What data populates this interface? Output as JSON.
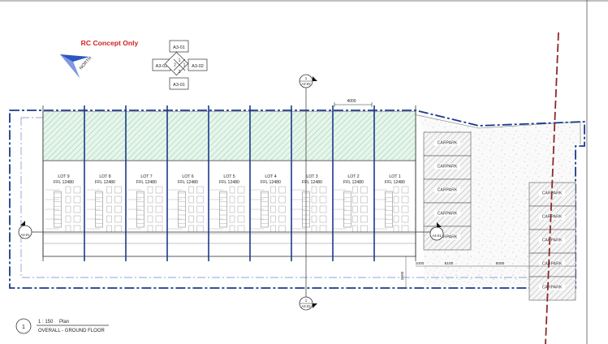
{
  "header": {
    "concept_label": "RC Concept Only",
    "north_label": "NORTH"
  },
  "key_plan": {
    "top": "A3-01",
    "left": "A3-02",
    "right": "A3-02",
    "bottom": "A3-01",
    "quadrants": [
      "1",
      "2",
      "1",
      "2"
    ]
  },
  "section_markers": [
    {
      "num": "1",
      "ref": "A4-02"
    },
    {
      "num": "1",
      "ref": "A4-01"
    },
    {
      "num": "1",
      "ref": "A4-02"
    }
  ],
  "section_refs": {
    "left": "A4-01",
    "right": "A4-01"
  },
  "lots": [
    {
      "name": "LOT 9",
      "ffl": "FFL 12480"
    },
    {
      "name": "LOT 8",
      "ffl": "FFL 12480"
    },
    {
      "name": "LOT 7",
      "ffl": "FFL 12480"
    },
    {
      "name": "LOT 6",
      "ffl": "FFL 12480"
    },
    {
      "name": "LOT 5",
      "ffl": "FFL 12480"
    },
    {
      "name": "LOT 4",
      "ffl": "FFL 12480"
    },
    {
      "name": "LOT 3",
      "ffl": "FFL 12480"
    },
    {
      "name": "LOT 2",
      "ffl": "FFL 12480"
    },
    {
      "name": "LOT 1",
      "ffl": "FFL 12480"
    }
  ],
  "carparks": [
    "CARPARK",
    "CARPARK",
    "CARPARK",
    "CARPARK",
    "CARPARK"
  ],
  "carparks_right": [
    "CARPARK",
    "CARPARK",
    "CARPARK",
    "CARPARK",
    "CARPARK"
  ],
  "dimensions": {
    "top": "4000",
    "d1": "1000",
    "d2": "5100",
    "d3": "5000",
    "vertical": "2600"
  },
  "title_block": {
    "number": "1",
    "scale": "1 : 150",
    "view_type": "Plan",
    "name": "OVERALL - GROUND FLOOR"
  },
  "colors": {
    "boundary": "#1a3a8c",
    "accent_red": "#d42020",
    "landscape": "#9fd6b0",
    "rail": "#8b2a2a"
  }
}
